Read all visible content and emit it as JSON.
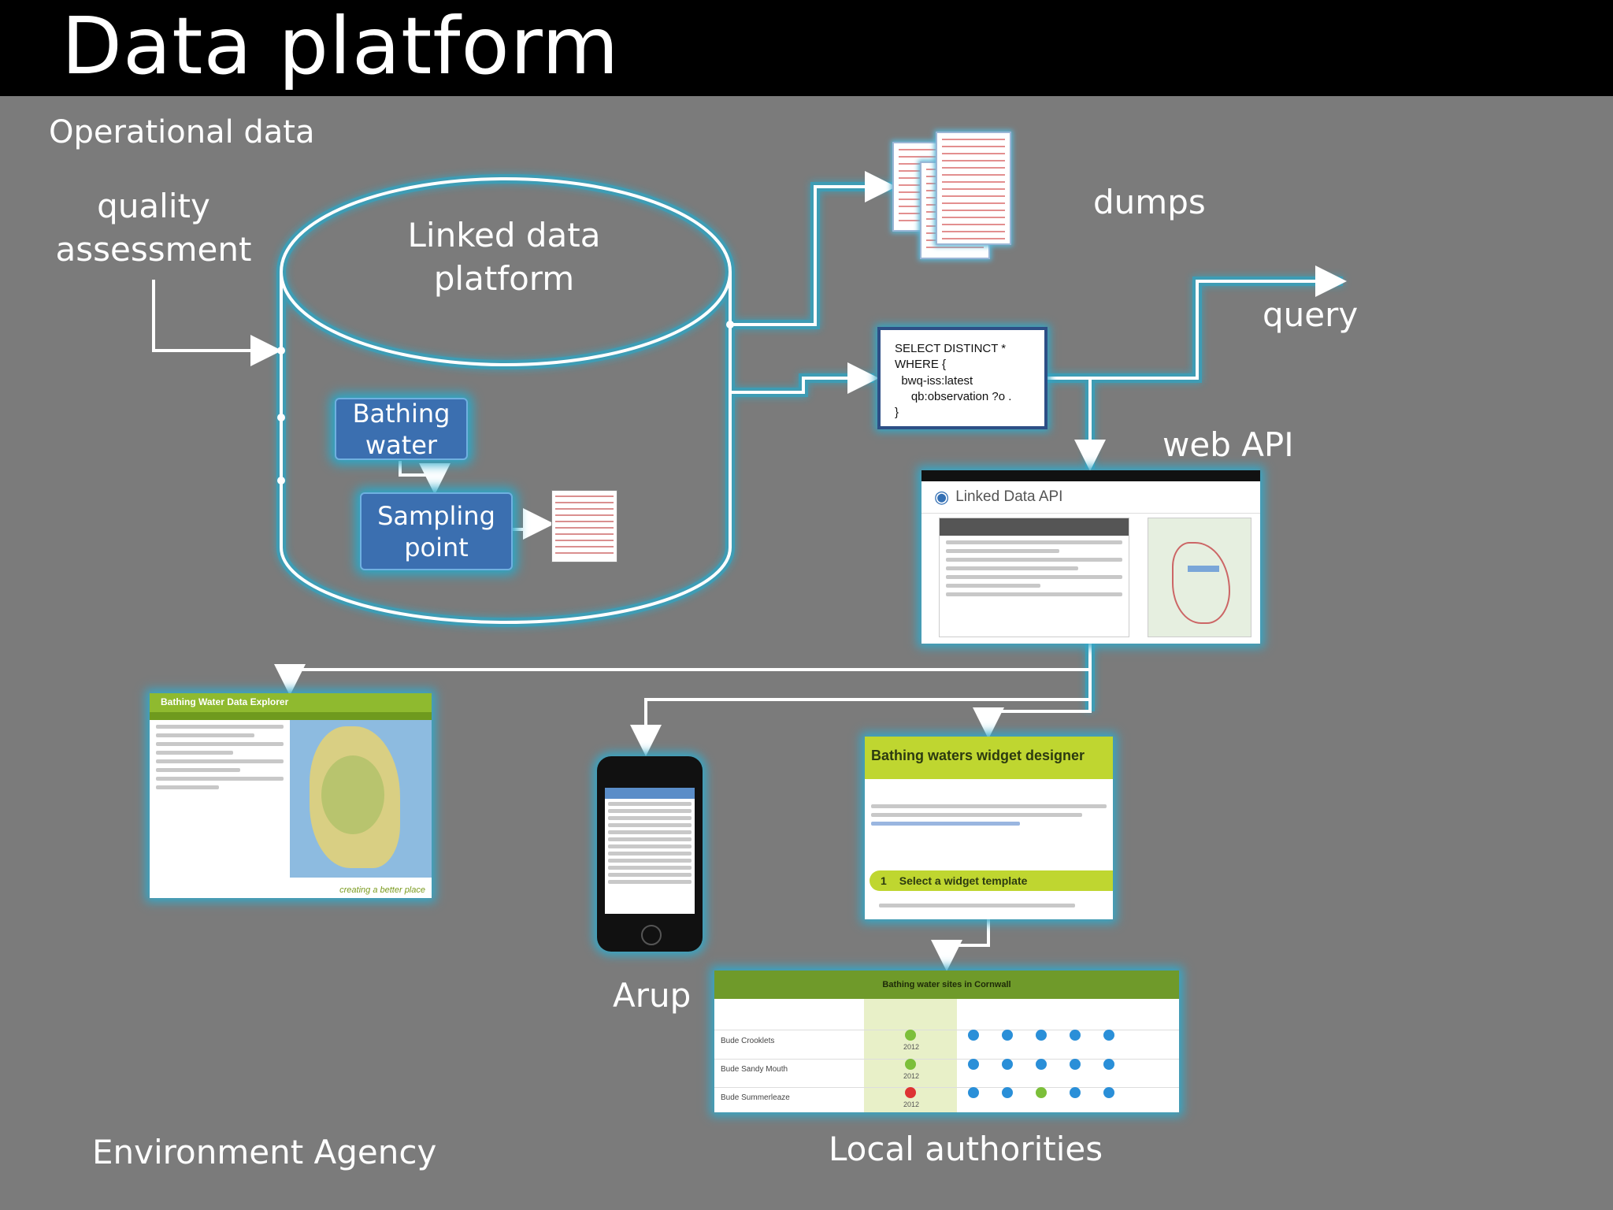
{
  "title": "Data platform",
  "labels": {
    "operational_data": "Operational data",
    "quality_assessment": "quality assessment",
    "linked_data_platform": "Linked data platform",
    "bathing_water": "Bathing water",
    "sampling_point": "Sampling point",
    "dumps": "dumps",
    "query": "query",
    "web_api": "web API",
    "arup": "Arup",
    "environment_agency": "Environment Agency",
    "local_authorities": "Local authorities"
  },
  "sparql_query": "SELECT DISTINCT *\nWHERE {\n  bwq-iss:latest\n     qb:observation ?o .\n}",
  "screens": {
    "api_title": "Linked Data API",
    "explorer_title": "Bathing Water Data Explorer",
    "explorer_footer": "creating a better place",
    "widget_title": "Bathing waters widget designer",
    "widget_step": "Select a widget template",
    "widget_step_number": "1",
    "table_title": "Bathing water sites in Cornwall",
    "table_rows": [
      "Bude Crooklets",
      "Bude Sandy Mouth",
      "Bude Summerleaze"
    ],
    "table_year": "2012"
  },
  "colors": {
    "background": "#7b7b7b",
    "glow": "#2ba8c8",
    "node_fill": "#3b6fb0",
    "green": "#8fba2f",
    "status_good": "#7cbf3a",
    "status_poor": "#d33",
    "status_info": "#2a8fd8"
  }
}
